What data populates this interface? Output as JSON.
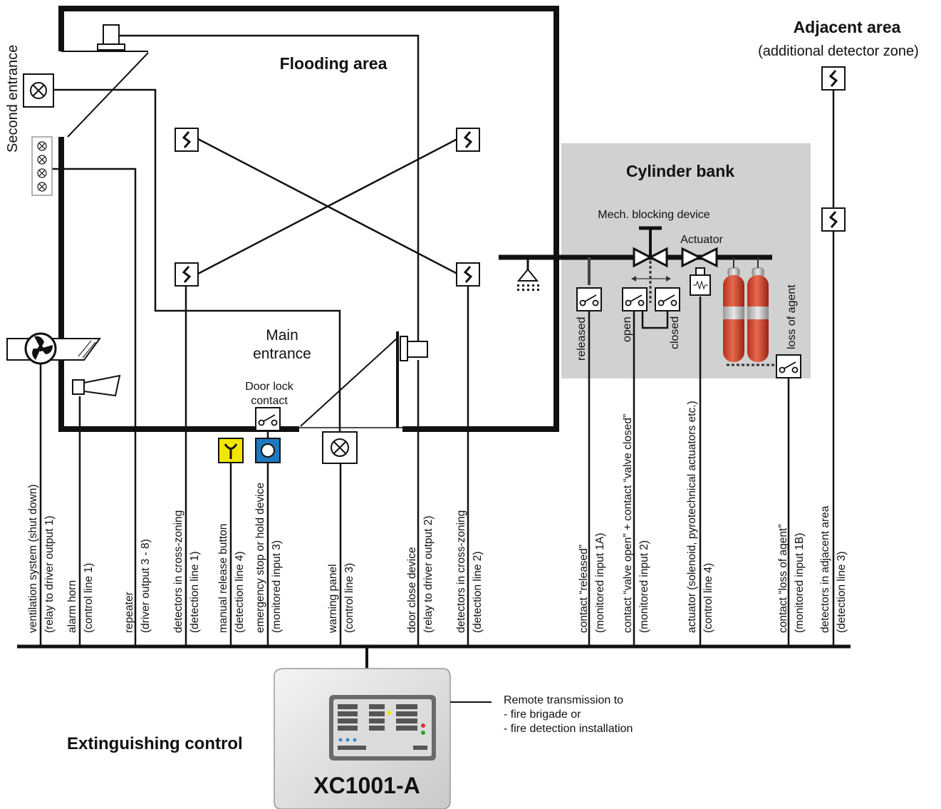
{
  "areas": {
    "flooding": "Flooding area",
    "adjacent_title": "Adjacent area",
    "adjacent_sub": "(additional detector zone)",
    "cylinder_bank": "Cylinder bank",
    "second_entrance": "Second entrance",
    "main_entrance_1": "Main",
    "main_entrance_2": "entrance"
  },
  "components": {
    "mech_blocking": "Mech. blocking device",
    "actuator": "Actuator",
    "door_lock_1": "Door lock",
    "door_lock_2": "contact",
    "released": "released",
    "open": "open",
    "closed": "closed",
    "loss_of_agent": "loss of agent"
  },
  "lines": [
    {
      "a": "ventilation system (shut down)",
      "b": "(relay to driver output 1)"
    },
    {
      "a": "alarm horn",
      "b": "(control line 1)"
    },
    {
      "a": "repeater",
      "b": "(driver output 3 - 8)"
    },
    {
      "a": "detectors in cross-zoning",
      "b": "(detection line 1)"
    },
    {
      "a": "manual release button",
      "b": "(detection line 4)"
    },
    {
      "a": "emergency stop or hold device",
      "b": "(monitored input 3)"
    },
    {
      "a": "warning panel",
      "b": "(control line 3)"
    },
    {
      "a": "door close device",
      "b": "(relay to driver output 2)"
    },
    {
      "a": "detectors in cross-zoning",
      "b": "(detection line 2)"
    },
    {
      "a": "contact “released”",
      "b": "(monitored input 1A)"
    },
    {
      "a": "contact “valve open” + contact “valve closed”",
      "b": "(monitored input 2)"
    },
    {
      "a": "actuator (solenoid, pyrotechnical actuators etc.)",
      "b": "(control line 4)"
    },
    {
      "a": "contact “loss of agent”",
      "b": "(monitored input 1B)"
    },
    {
      "a": "detectors in adjacent area",
      "b": "(detection line 3)"
    }
  ],
  "control": {
    "title": "Extinguishing control",
    "model": "XC1001-A",
    "remote_1": "Remote transmission to",
    "remote_2": "- fire brigade or",
    "remote_3": "- fire detection installation"
  }
}
